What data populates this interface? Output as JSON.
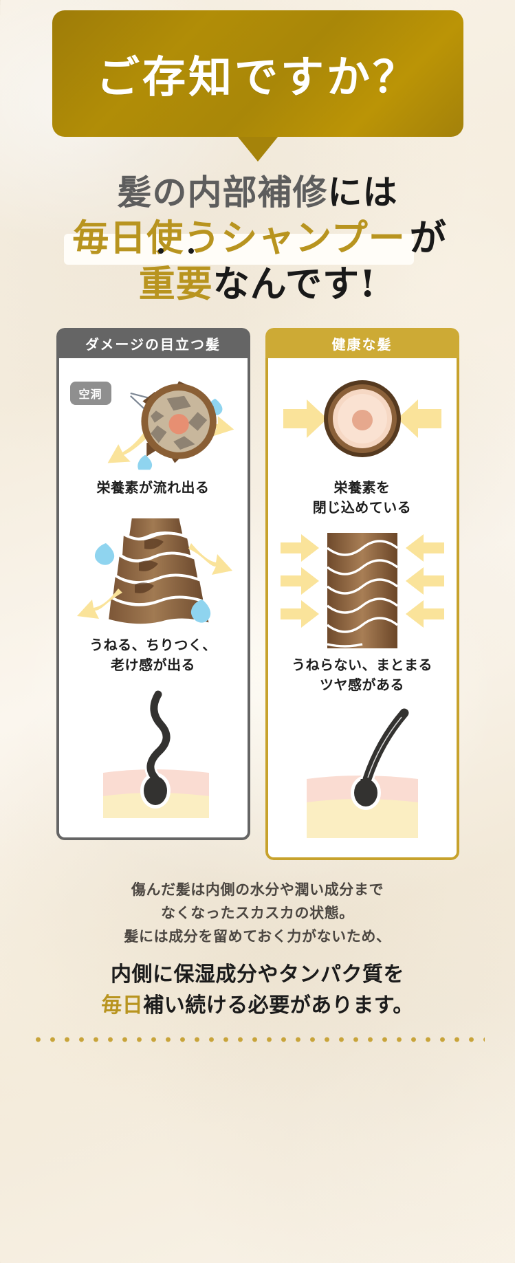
{
  "bubble": {
    "text": "ご存知ですか？"
  },
  "headline": {
    "line1_gray": "髪の内部補修",
    "line1_black": "には",
    "line2_marked": "毎日使うシャンプー",
    "line2_black": "が",
    "line3_emph": "重要",
    "line3_black": "なんです!"
  },
  "panels": [
    {
      "id": "damaged",
      "header": "ダメージの目立つ髪",
      "header_color": "#656565",
      "badge": "空洞",
      "figures": [
        {
          "name": "hair-cross-section-damaged",
          "caption": [
            "栄養素が流れ出る"
          ]
        },
        {
          "name": "cuticle-damaged",
          "caption": [
            "うねる、ちりつく、",
            "老け感が出る"
          ]
        },
        {
          "name": "follicle-frizzy",
          "caption": []
        }
      ]
    },
    {
      "id": "healthy",
      "header": "健康な髪",
      "header_color": "#cdaa35",
      "badge": "",
      "figures": [
        {
          "name": "hair-cross-section-healthy",
          "caption": [
            "栄養素を",
            "閉じ込めている"
          ]
        },
        {
          "name": "cuticle-healthy",
          "caption": [
            "うねらない、まとまる",
            "ツヤ感がある"
          ]
        },
        {
          "name": "follicle-straight",
          "caption": []
        }
      ]
    }
  ],
  "bottom": {
    "small_lines": [
      "傷んだ髪は内側の水分や潤い成分まで",
      "なくなったスカスカの状態。",
      "髪には成分を留めておく力がないため、"
    ],
    "big_line1": "内側に保湿成分やタンパク質を",
    "big_gold": "毎日",
    "big_line2_rest": "補い続ける必要があります。"
  },
  "colors": {
    "gold": "#b8941f",
    "gold_header": "#cdaa35",
    "gray_header": "#656565",
    "bubble_gold": "#a5830a",
    "paper": "#f7f1e6",
    "hair_brown": "#7c5a3c",
    "arrow_yellow": "#fae39a",
    "drop_blue": "#8fd4ef",
    "skin_pink": "#fadcd2",
    "skin_cream": "#fbeec2"
  }
}
